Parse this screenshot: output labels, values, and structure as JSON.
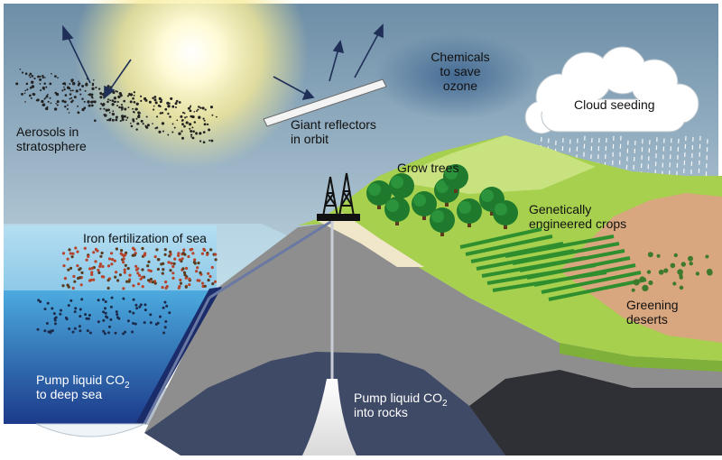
{
  "labels": {
    "aerosols": [
      "Aerosols in",
      "stratosphere"
    ],
    "reflectors": [
      "Giant reflectors",
      "in orbit"
    ],
    "chemicals": [
      "Chemicals",
      "to save",
      "ozone"
    ],
    "cloud_seeding": "Cloud seeding",
    "grow_trees": "Grow trees",
    "gm_crops": [
      "Genetically",
      "engineered crops"
    ],
    "greening_deserts": [
      "Greening",
      "deserts"
    ],
    "iron_fertilization": "Iron fertilization of sea",
    "pump_deep_sea": {
      "line1": "Pump liquid CO",
      "sub": "2",
      "line2": "to deep sea"
    },
    "pump_rocks": {
      "line1": "Pump liquid CO",
      "sub": "2",
      "line2": "into rocks"
    }
  },
  "colors": {
    "sky_top": "#6f8fa8",
    "sky_bottom": "#bcd0dc",
    "sun": "#fff9c8",
    "sea": "#2e86c9",
    "deep_sea": "#1a2f7a",
    "land_green": "#a4cf4a",
    "desert": "#d9a77d",
    "rock_grey": "#8b8b8b",
    "rock_dark": "#555a60"
  }
}
